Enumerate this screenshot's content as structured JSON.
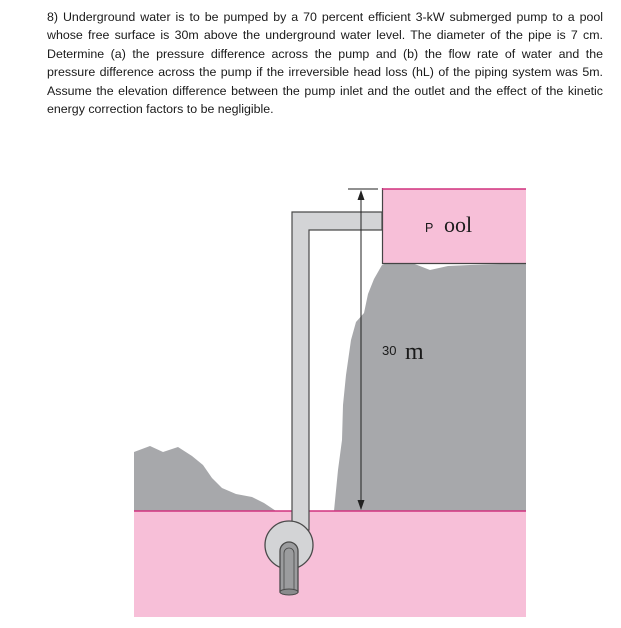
{
  "problem": {
    "text": "8) Underground water is to be pumped by a 70 percent efficient 3-kW submerged pump to a pool whose free surface is 30m above the underground water level. The diameter of the pipe is 7 cm. Determine (a) the pressure difference across the pump and (b) the flow rate of water and the pressure difference across the pump if the irreversible head loss (hL) of the piping system was 5m. Assume the elevation difference between the pump inlet and the outlet and the effect of the kinetic energy correction factors to be negligible."
  },
  "figure": {
    "pool_label_prefix": "P",
    "pool_label_rest": "ool",
    "height_number": "30",
    "height_unit": "m",
    "colors": {
      "water": "#f7bfd8",
      "water_line": "#d0327f",
      "ground": "#a7a8ab",
      "pipe_fill": "#d3d4d6",
      "pipe_stroke": "#4a4a4a"
    }
  }
}
